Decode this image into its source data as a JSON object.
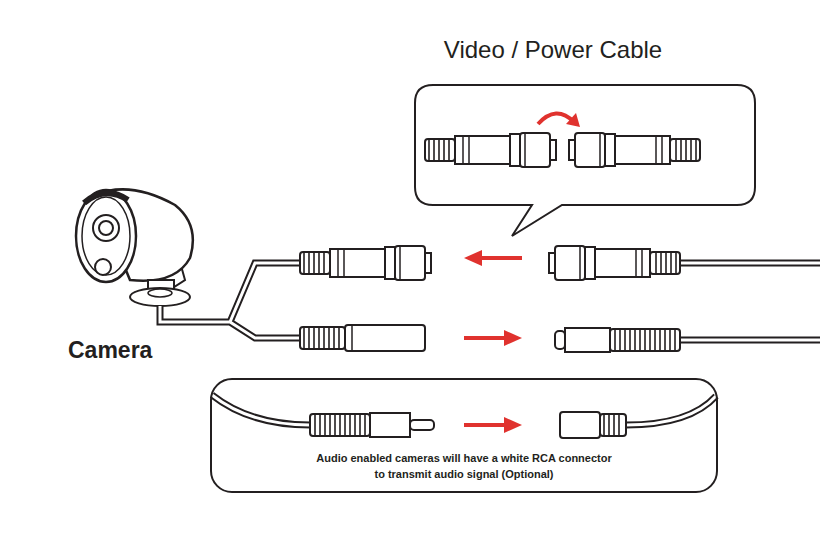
{
  "diagram": {
    "title": "Video / Power Cable",
    "nodes": [
      {
        "text": [
          "Audio enabled cameras will have a white RCA connector to transmit audio signal (Optional)"
        ]
      }
    ],
    "labels": [
      "Camera"
    ]
  }
}
